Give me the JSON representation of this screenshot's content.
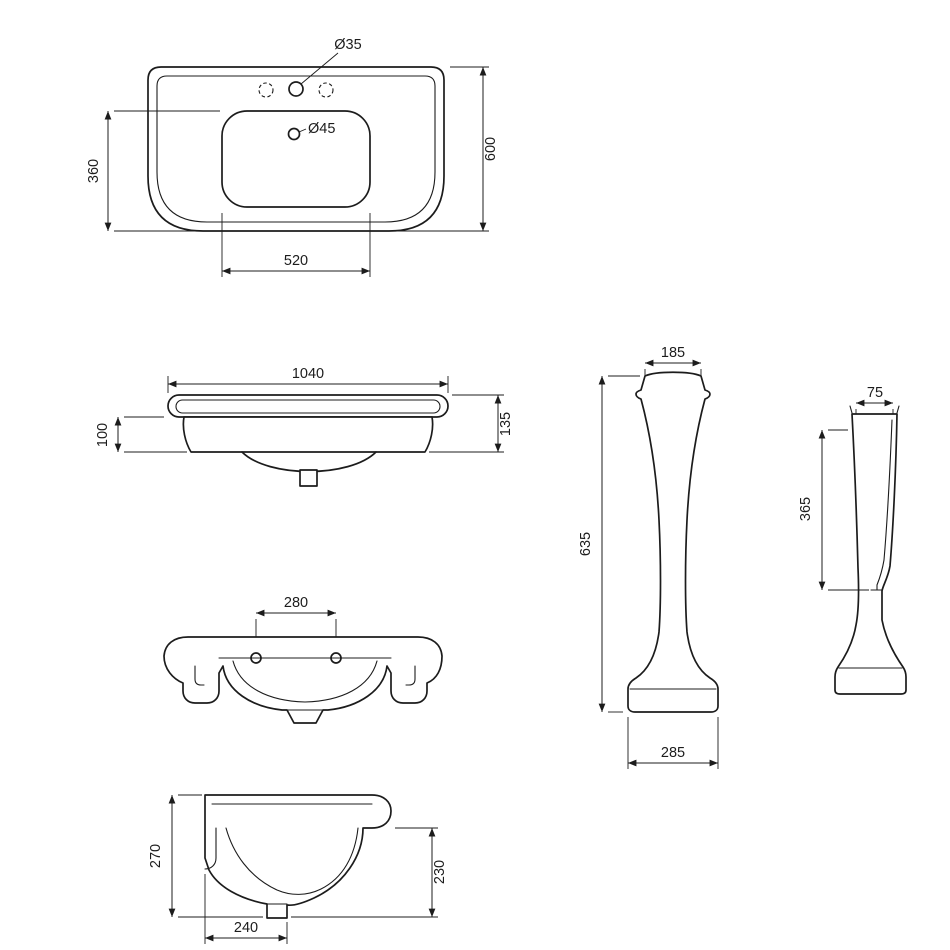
{
  "meta": {
    "background_color": "#ffffff",
    "line_color": "#1c1c1c"
  },
  "views": {
    "basin_top": {
      "dims": {
        "tap_hole": "Ø35",
        "overflow_hole": "Ø45",
        "bowl_depth": "360",
        "overall_depth": "600",
        "bowl_width": "520"
      }
    },
    "basin_front": {
      "dims": {
        "overall_width": "1040",
        "apron_height": "100",
        "overall_height": "135"
      }
    },
    "basin_underside": {
      "dims": {
        "fixing_hole_centres": "280"
      }
    },
    "basin_side": {
      "dims": {
        "back_height": "270",
        "front_height": "230",
        "drain_offset": "240"
      }
    },
    "pedestal_front": {
      "dims": {
        "top_width": "185",
        "height": "635",
        "base_width": "285"
      }
    },
    "pedestal_side": {
      "dims": {
        "top_depth": "75",
        "recess_height": "365"
      }
    }
  }
}
